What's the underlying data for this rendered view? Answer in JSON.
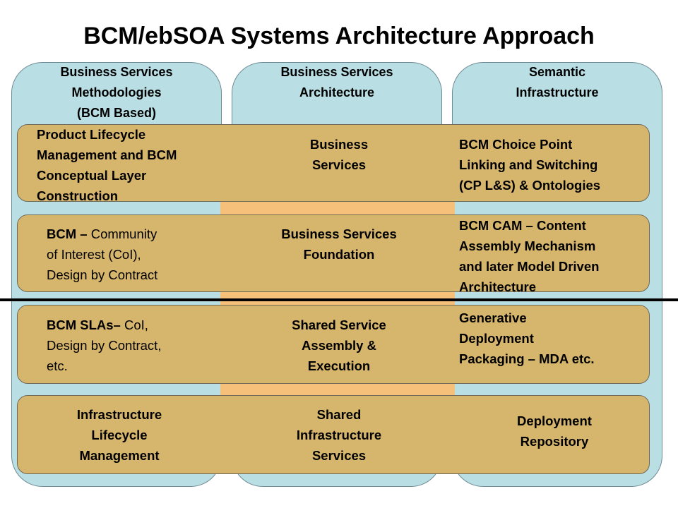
{
  "title": "BCM/ebSOA Systems Architecture Approach",
  "columns": [
    {
      "header": [
        "Business Services",
        "Methodologies",
        "(BCM Based)"
      ]
    },
    {
      "header": [
        "Business Services",
        "Architecture"
      ]
    },
    {
      "header": [
        "Semantic",
        "Infrastructure"
      ]
    }
  ],
  "rows": [
    {
      "left": [
        "Product Lifecycle",
        "Management and BCM",
        "Conceptual Layer",
        "Construction"
      ],
      "middle": [
        "Business",
        "Services"
      ],
      "right": [
        "BCM Choice Point",
        "Linking and Switching",
        "(CP L&S) & Ontologies"
      ]
    },
    {
      "left_bold": "BCM –",
      "left_rest": [
        " Community",
        "of Interest (CoI),",
        "Design by Contract"
      ],
      "middle": [
        "Business Services",
        "Foundation"
      ],
      "right": [
        "BCM CAM – Content",
        "Assembly Mechanism",
        "and later Model Driven",
        "Architecture"
      ]
    },
    {
      "left_bold": "BCM  SLAs–",
      "left_rest": [
        " CoI,",
        "Design by Contract,",
        "etc."
      ],
      "middle": [
        "Shared Service",
        "Assembly &",
        "Execution"
      ],
      "right": [
        "Generative",
        "Deployment",
        "Packaging – MDA etc."
      ]
    },
    {
      "left": [
        "Infrastructure",
        "Lifecycle",
        "Management"
      ],
      "middle": [
        "Shared",
        "Infrastructure",
        "Services"
      ],
      "right": [
        "Deployment",
        "Repository"
      ]
    }
  ],
  "colors": {
    "column_fill": "#b9dfe5",
    "band_fill": "#f7c07a",
    "box_fill": "#d6b56c"
  }
}
